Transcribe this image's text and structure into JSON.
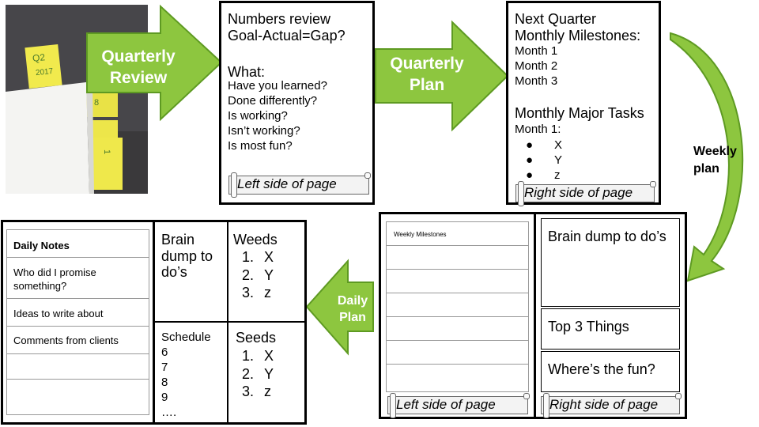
{
  "arrows": {
    "quarterly_review": [
      "Quarterly",
      "Review"
    ],
    "quarterly_plan": [
      "Quarterly",
      "Plan"
    ],
    "daily_plan": [
      "Daily",
      "Plan"
    ],
    "weekly_plan": [
      "Weekly",
      "plan"
    ]
  },
  "review_box": {
    "lines_top": [
      "Numbers review",
      "Goal-Actual=Gap?"
    ],
    "what_heading": "What:",
    "questions": [
      "Have you learned?",
      "Done differently?",
      "Is working?",
      "Isn’t working?",
      "Is most fun?"
    ],
    "footer": "Left side of page"
  },
  "plan_box": {
    "lines_top": [
      "Next Quarter",
      "Monthly Milestones:"
    ],
    "months": [
      "Month 1",
      "Month 2",
      "Month 3"
    ],
    "tasks_heading": "Monthly Major Tasks",
    "tasks_month": "Month 1:",
    "bullets": [
      "X",
      "Y",
      "z"
    ],
    "footer": "Right side of page"
  },
  "weekly_page": {
    "left_header": "Weekly Milestones",
    "right_sections": [
      "Brain dump to do’s",
      "Top 3 Things",
      "Where’s the fun?"
    ],
    "left_footer": "Left side of page",
    "right_footer": "Right side of page"
  },
  "daily_notes": {
    "rows": [
      "Daily Notes",
      "Who did I promise something?",
      "Ideas to write about",
      "Comments from clients",
      "",
      ""
    ]
  },
  "daily_grid": {
    "brain_dump": [
      "Brain",
      "dump to",
      "do’s"
    ],
    "weeds_heading": "Weeds",
    "weeds": [
      {
        "n": "1.",
        "v": "X"
      },
      {
        "n": "2.",
        "v": "Y"
      },
      {
        "n": "3.",
        "v": "z"
      }
    ],
    "schedule_heading": "Schedule",
    "schedule": [
      "6",
      "7",
      "8",
      "9",
      "…."
    ],
    "seeds_heading": "Seeds",
    "seeds": [
      {
        "n": "1.",
        "v": "X"
      },
      {
        "n": "2.",
        "v": "Y"
      },
      {
        "n": "3.",
        "v": "z"
      }
    ]
  },
  "photo": {
    "sticky_notes": [
      "Q2",
      "2017",
      "8",
      "1"
    ]
  },
  "colors": {
    "arrow_fill": "#8dc63f",
    "arrow_stroke": "#5e9a22",
    "photo_bg": "#3d3c3e",
    "sticky": "#f1ea4d"
  }
}
